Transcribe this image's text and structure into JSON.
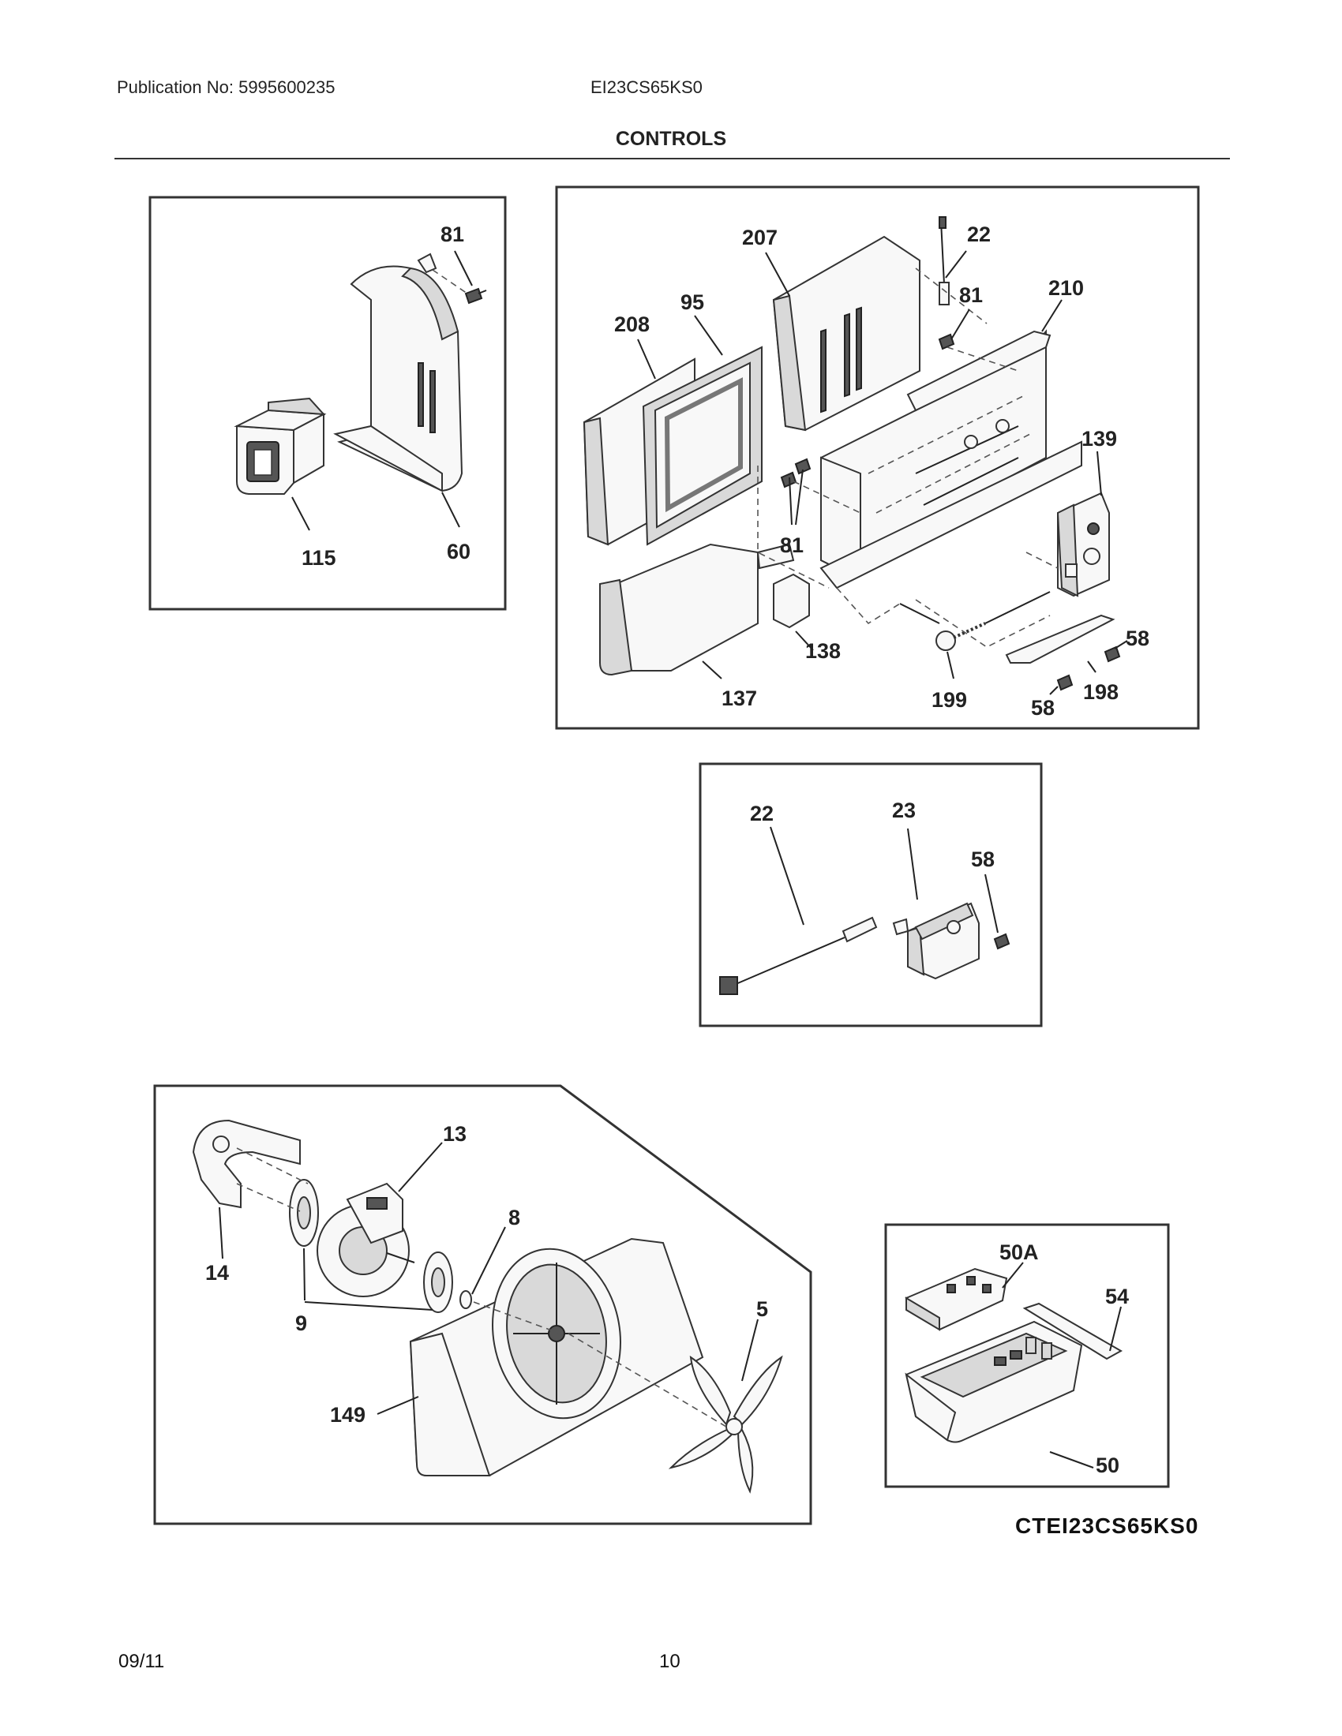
{
  "header": {
    "publication": "Publication No: 5995600235",
    "model": "EI23CS65KS0",
    "section_title": "CONTROLS"
  },
  "callouts": {
    "p1_81": "81",
    "p1_115": "115",
    "p1_60": "60",
    "p2_207": "207",
    "p2_22": "22",
    "p2_95": "95",
    "p2_208": "208",
    "p2_81a": "81",
    "p2_210": "210",
    "p2_139": "139",
    "p2_81b": "81",
    "p2_138": "138",
    "p2_137": "137",
    "p2_199": "199",
    "p2_58a": "58",
    "p2_198": "198",
    "p2_58b": "58",
    "p3_22": "22",
    "p3_23": "23",
    "p3_58": "58",
    "p4_13": "13",
    "p4_14": "14",
    "p4_8": "8",
    "p4_9": "9",
    "p4_5": "5",
    "p4_149": "149",
    "p5_50a": "50A",
    "p5_54": "54",
    "p5_50": "50"
  },
  "diagram_code": "CTEI23CS65KS0",
  "footer": {
    "date": "09/11",
    "page": "10"
  }
}
